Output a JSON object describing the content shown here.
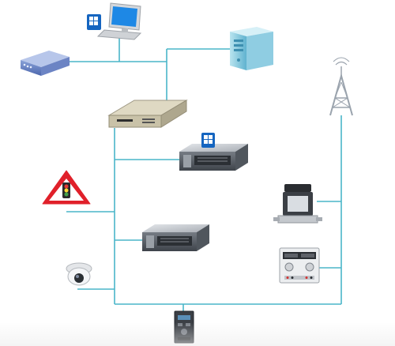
{
  "colors": {
    "link": "#4ab5c9",
    "server_front": "#5a6068",
    "server_top": "#c7cbd1",
    "warning_red": "#e0202a",
    "tower_gray": "#9aa3ad",
    "pc_screen": "#1e88e5",
    "badge_blue": "#1565c0"
  },
  "nodes": [
    {
      "id": "desktop-pc",
      "icon": "desktop-computer-icon",
      "badge": "windows-logo-icon"
    },
    {
      "id": "network-switch",
      "icon": "network-switch-icon"
    },
    {
      "id": "tower-server",
      "icon": "tower-server-icon"
    },
    {
      "id": "router",
      "icon": "router-icon"
    },
    {
      "id": "rack-server-top",
      "icon": "rack-server-icon",
      "badge": "windows-logo-icon"
    },
    {
      "id": "traffic-sign",
      "icon": "traffic-light-warning-sign-icon"
    },
    {
      "id": "rack-server-bottom",
      "icon": "rack-server-icon"
    },
    {
      "id": "security-camera",
      "icon": "dome-camera-icon"
    },
    {
      "id": "vfd-drive",
      "icon": "frequency-drive-icon"
    },
    {
      "id": "antenna-tower",
      "icon": "radio-tower-icon"
    },
    {
      "id": "flow-meter",
      "icon": "mass-flow-controller-icon"
    },
    {
      "id": "power-supply",
      "icon": "power-supply-icon"
    }
  ]
}
